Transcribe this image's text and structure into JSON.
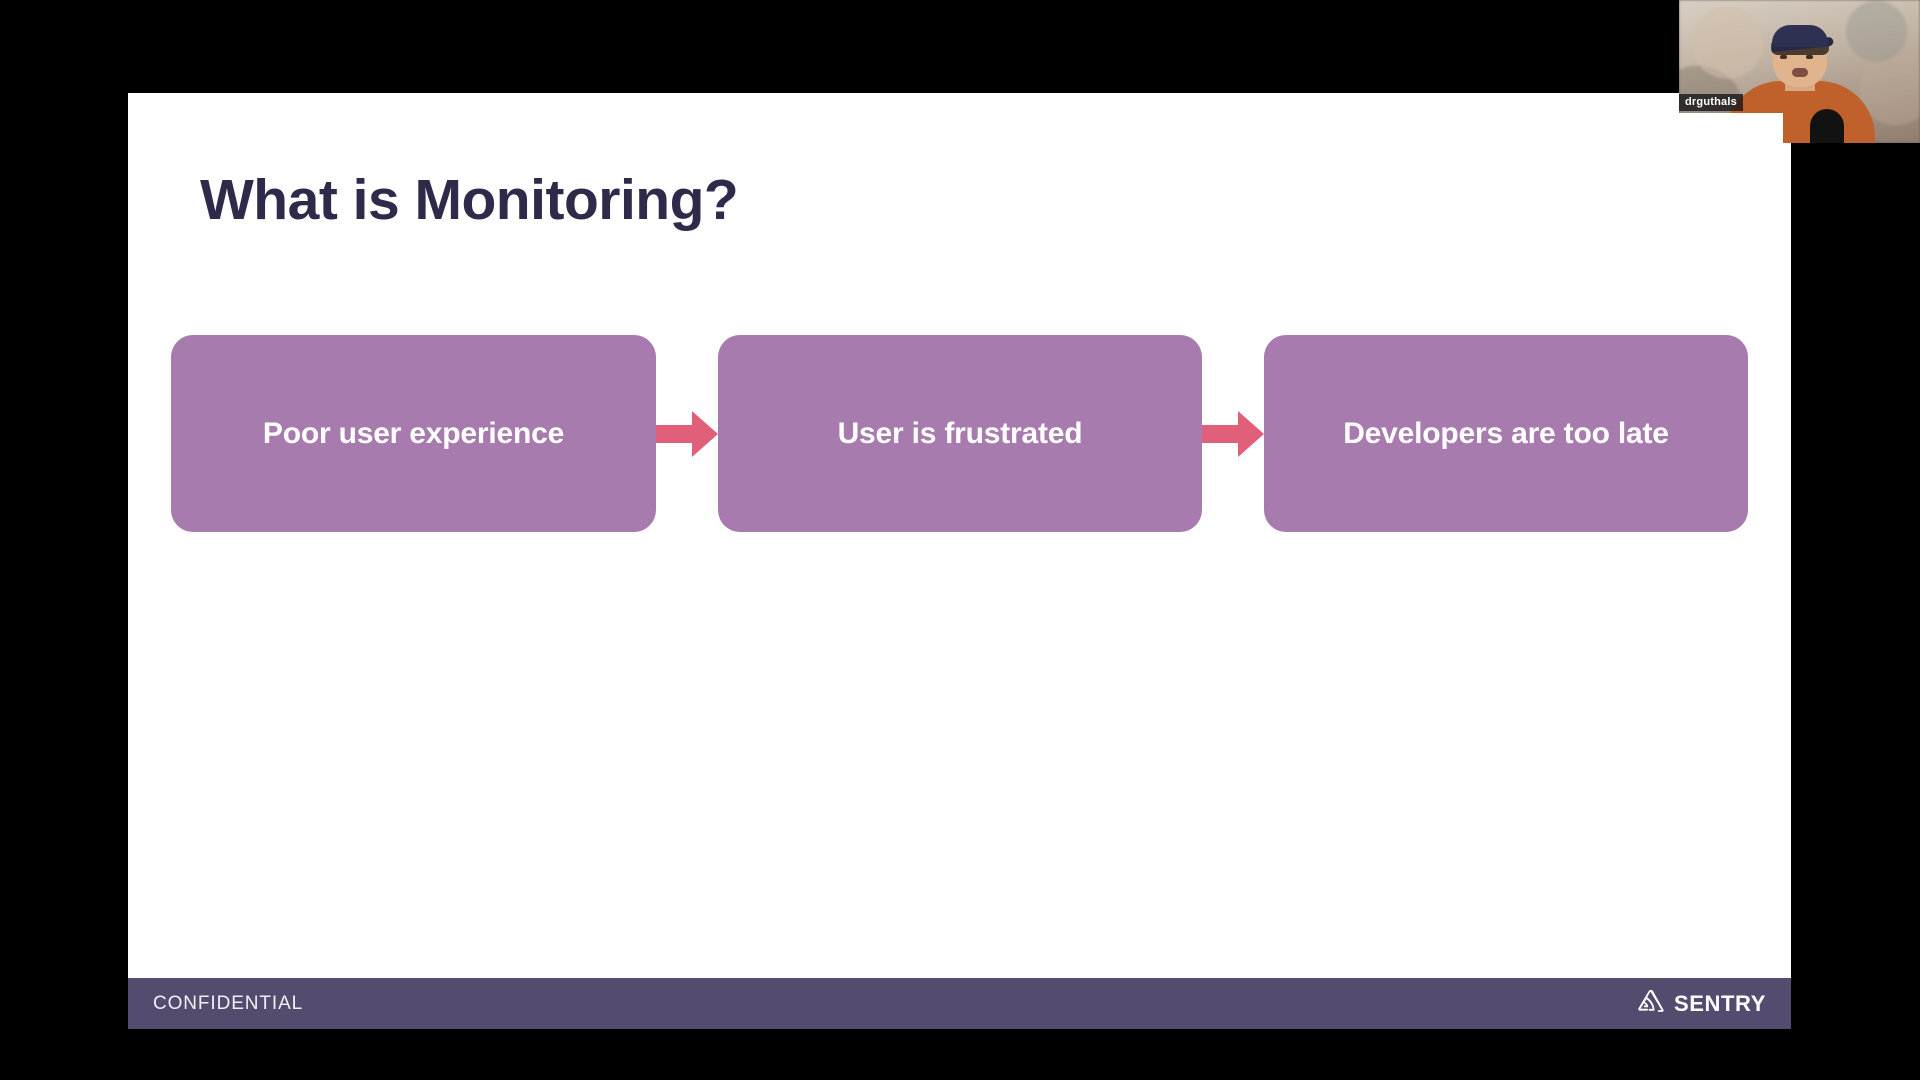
{
  "meta": {
    "background_color": "#000000"
  },
  "slide": {
    "background_color": "#ffffff",
    "title": "What is Monitoring?",
    "title_color": "#2e2a4a",
    "flow": {
      "box_color": "#a87bae",
      "box_text_color": "#ffffff",
      "arrow_color": "#e0607a",
      "steps": [
        {
          "label": "Poor user experience"
        },
        {
          "label": "User is frustrated"
        },
        {
          "label": "Developers are too late"
        }
      ],
      "connectors": [
        {
          "icon": "arrow-right-icon"
        },
        {
          "icon": "arrow-right-icon"
        }
      ]
    },
    "footer": {
      "background_color": "#544c6e",
      "confidential_label": "CONFIDENTIAL",
      "brand": {
        "icon": "sentry-logo-icon",
        "wordmark": "SENTRY",
        "color": "#ffffff"
      }
    }
  },
  "webcam": {
    "participant_name": "drguthals",
    "name_badge_background": "rgba(20,18,22,0.78)",
    "name_badge_color": "#ffffff"
  }
}
